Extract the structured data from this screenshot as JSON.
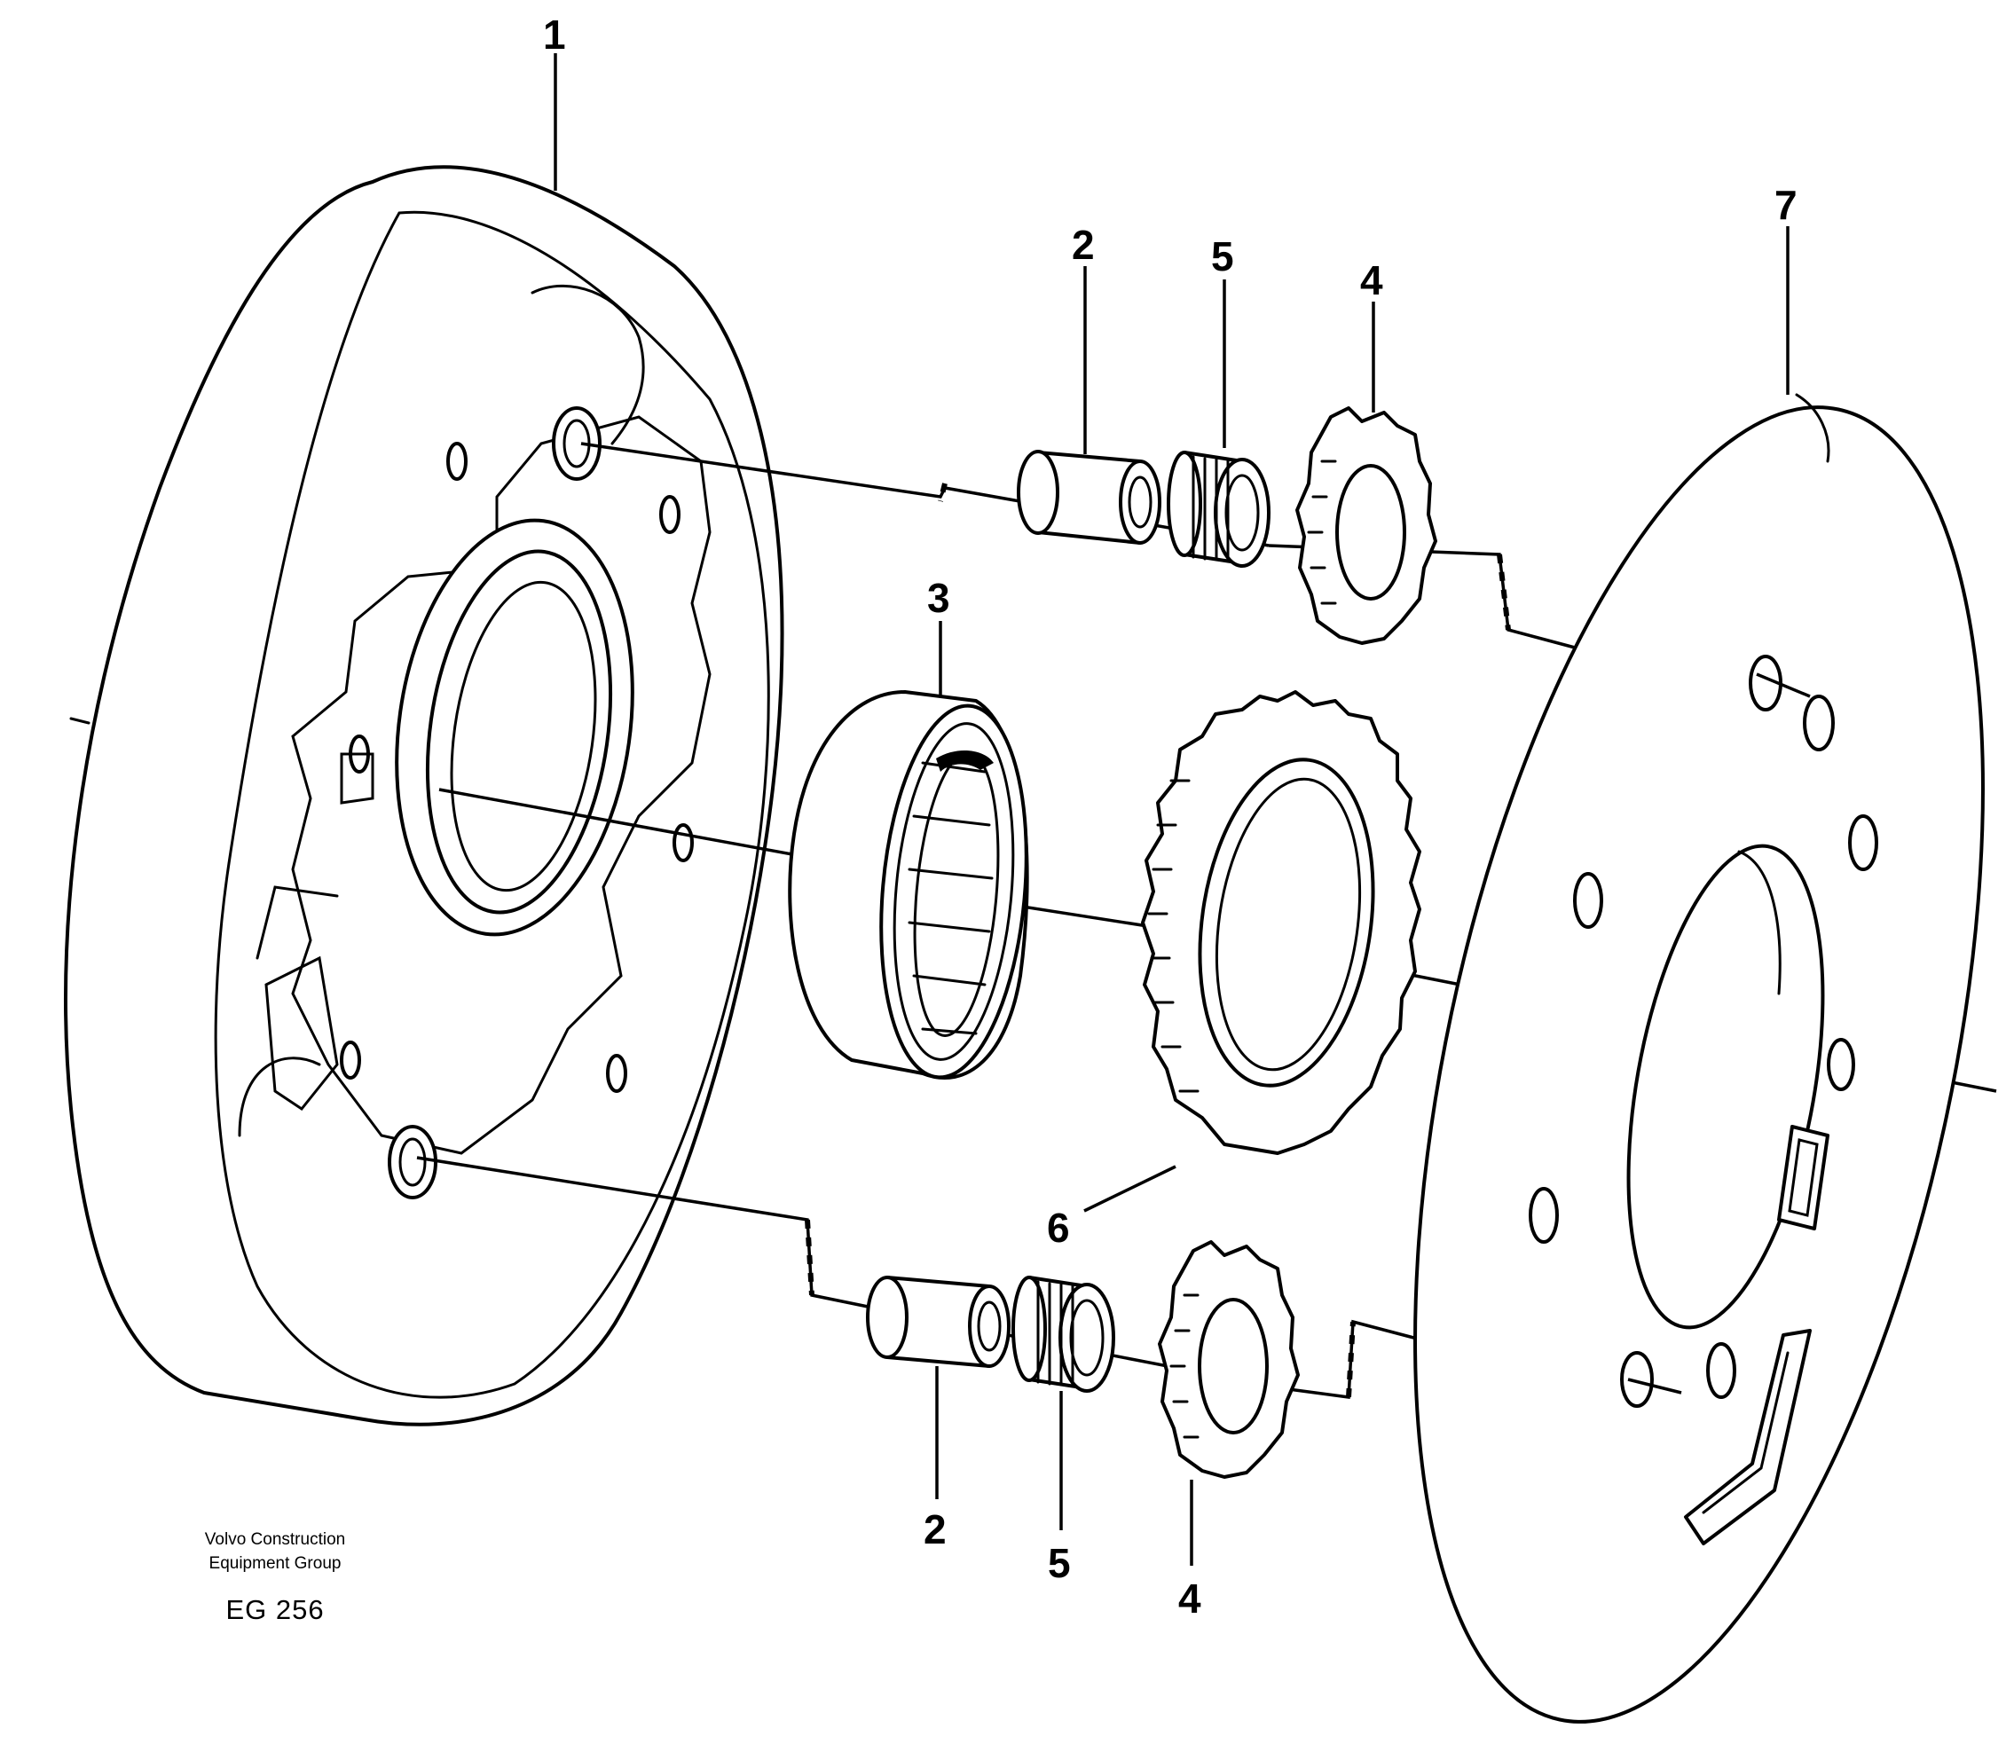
{
  "callouts": {
    "part_1": "1",
    "part_2_top": "2",
    "part_2_bottom": "2",
    "part_3": "3",
    "part_4_top": "4",
    "part_4_bottom": "4",
    "part_5_top": "5",
    "part_5_bottom": "5",
    "part_6": "6",
    "part_7": "7"
  },
  "footer": {
    "publisher_line1": "Volvo Construction",
    "publisher_line2": "Equipment Group",
    "figure_code": "EG 256"
  }
}
